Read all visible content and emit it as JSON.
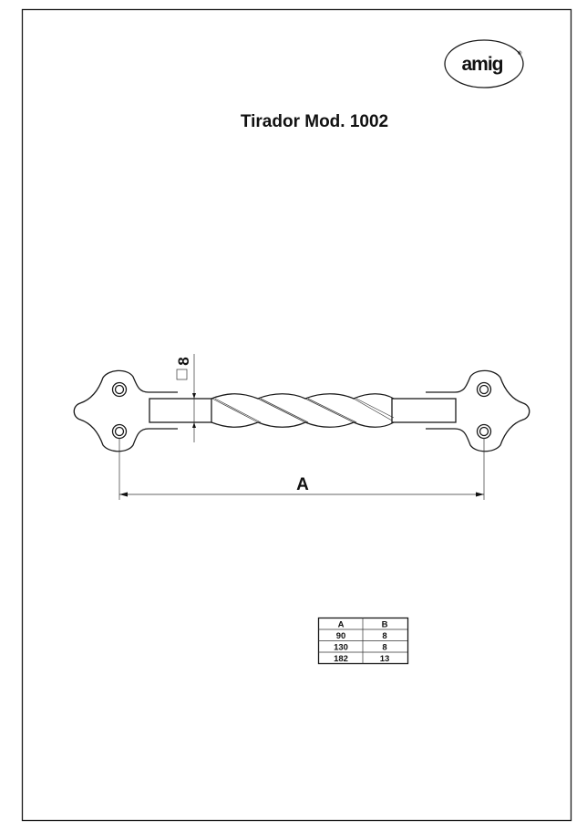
{
  "title": "Tirador Mod. 1002",
  "logo": {
    "text": "amig",
    "registered": "®"
  },
  "drawing": {
    "dimension_length_label": "A",
    "dimension_section_label": "8",
    "section_symbol": "square-section-icon"
  },
  "table": {
    "headers": [
      "A",
      "B"
    ],
    "rows": [
      [
        "90",
        "8"
      ],
      [
        "130",
        "8"
      ],
      [
        "182",
        "13"
      ]
    ]
  }
}
